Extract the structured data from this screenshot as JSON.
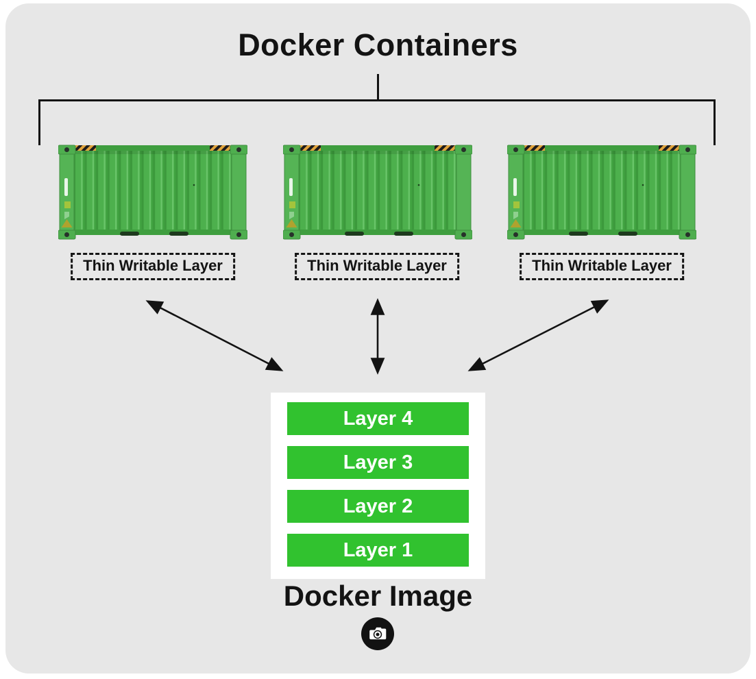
{
  "title": "Docker Containers",
  "containers": [
    {
      "label": "Thin Writable Layer"
    },
    {
      "label": "Thin Writable Layer"
    },
    {
      "label": "Thin Writable Layer"
    }
  ],
  "image": {
    "label": "Docker Image",
    "layers": [
      "Layer 4",
      "Layer 3",
      "Layer 2",
      "Layer 1"
    ]
  },
  "icons": {
    "container": "shipping-container-icon",
    "camera": "camera-icon",
    "arrows": "double-headed-arrow"
  },
  "colors": {
    "panel_background": "#e7e7e7",
    "page_background": "#ffffff",
    "text": "#131313",
    "layer_green": "#31c22f",
    "container_green": "#4cae4c",
    "layer_text": "#ffffff",
    "hazard_orange": "#e2a43c"
  }
}
